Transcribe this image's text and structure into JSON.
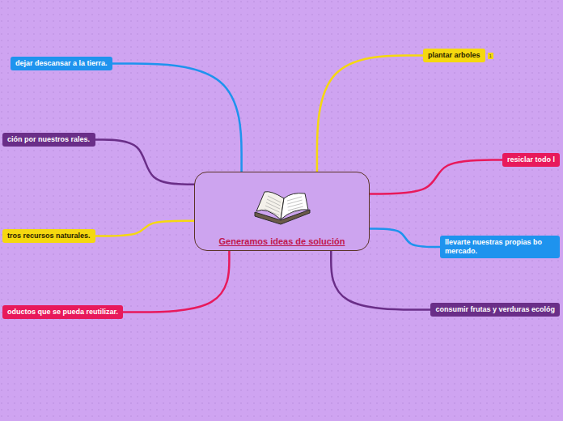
{
  "diagram": {
    "nodes": [
      {
        "text": [
          "Generamos ideas de solución"
        ]
      },
      {
        "text": [
          "dejar descansar a la tierra."
        ]
      },
      {
        "text": [
          "ción por nuestros rales."
        ]
      },
      {
        "text": [
          "tros recursos naturales."
        ]
      },
      {
        "text": [
          "oductos que se pueda reutilizar."
        ]
      },
      {
        "text": [
          "plantar arboles"
        ]
      },
      {
        "text": [
          "resiclar todo l"
        ]
      },
      {
        "text": [
          "llevarte nuestras propias bo mercado."
        ]
      },
      {
        "text": [
          "consumir frutas y verduras ecológ"
        ]
      }
    ],
    "edges": [
      {
        "from": 0,
        "to": 1,
        "arrow": "none"
      },
      {
        "from": 0,
        "to": 2,
        "arrow": "none"
      },
      {
        "from": 0,
        "to": 3,
        "arrow": "none"
      },
      {
        "from": 0,
        "to": 4,
        "arrow": "none"
      },
      {
        "from": 0,
        "to": 5,
        "arrow": "none"
      },
      {
        "from": 0,
        "to": 6,
        "arrow": "none"
      },
      {
        "from": 0,
        "to": 7,
        "arrow": "none"
      },
      {
        "from": 0,
        "to": 8,
        "arrow": "none"
      }
    ],
    "labels": [
      "1"
    ]
  }
}
